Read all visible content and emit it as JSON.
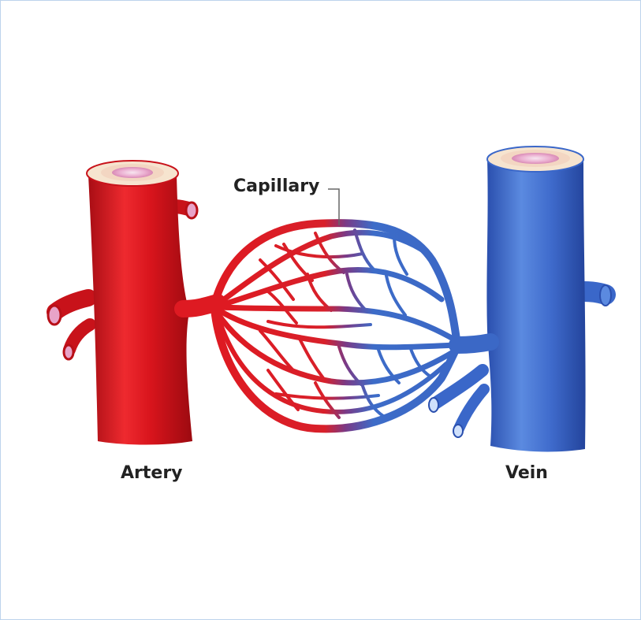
{
  "labels": {
    "capillary": "Capillary",
    "artery": "Artery",
    "vein": "Vein"
  },
  "colors": {
    "artery": "#d9151d",
    "vein": "#3a67c9",
    "lumen_pink": "#e8a3c8",
    "wall_cream": "#f6e4cf",
    "frame_border": "#bcd3ec"
  }
}
